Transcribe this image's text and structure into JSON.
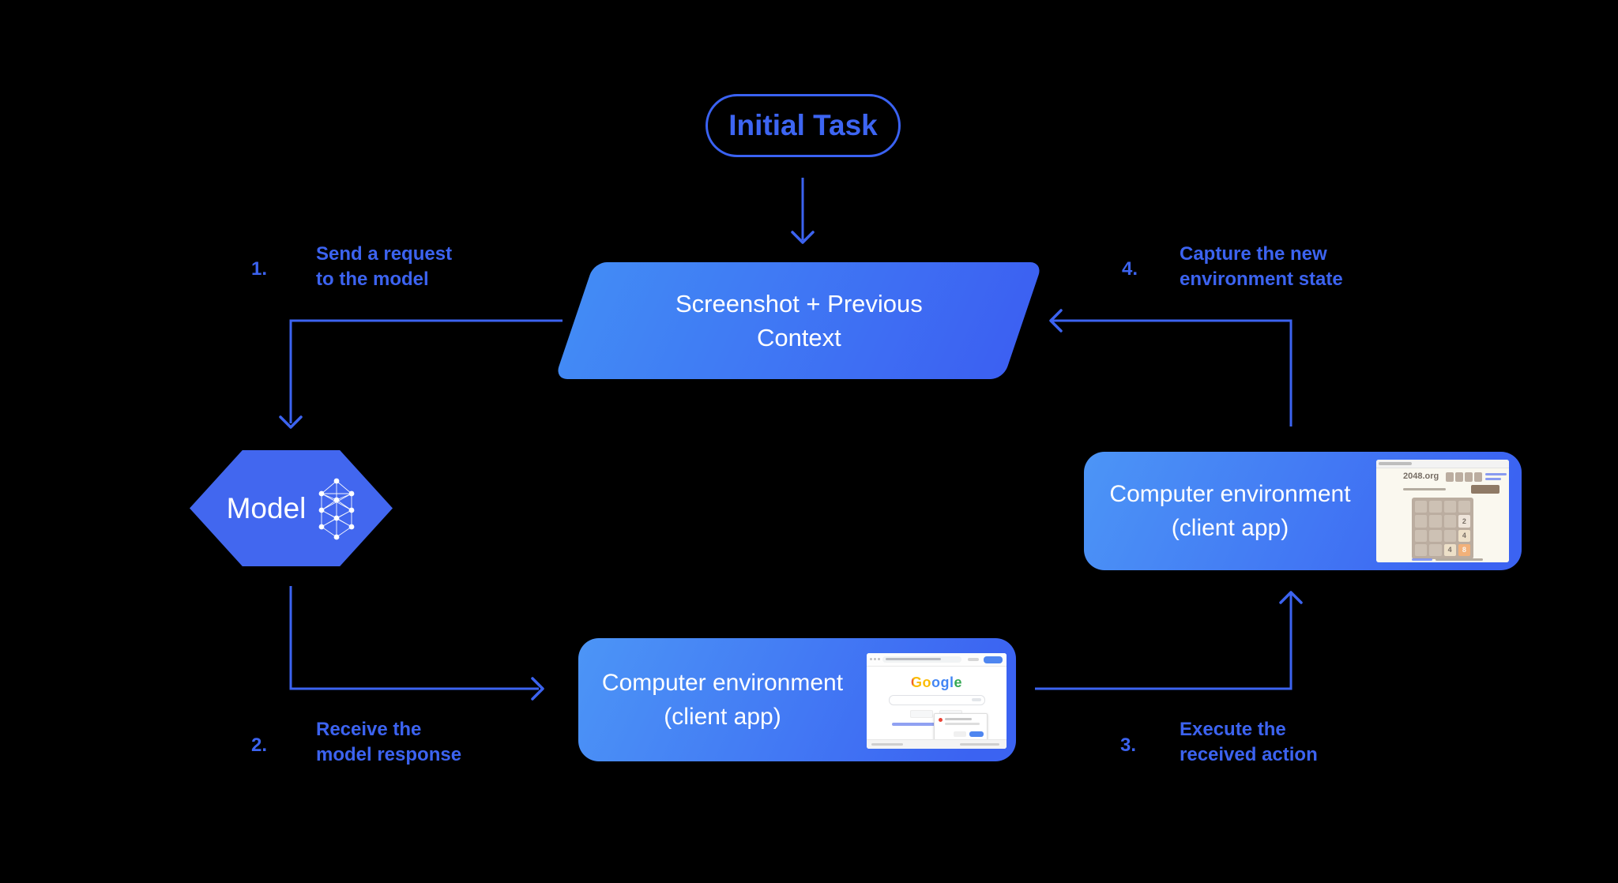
{
  "diagram": {
    "initial_task_label": "Initial Task",
    "screenshot_node_label": "Screenshot + Previous\nContext",
    "model_node_label": "Model",
    "env_bottom_label": "Computer environment\n(client app)",
    "env_right_label": "Computer environment\n(client app)",
    "steps": [
      {
        "num": "1.",
        "text": "Send a request\nto the model"
      },
      {
        "num": "2.",
        "text": "Receive the\nmodel response"
      },
      {
        "num": "3.",
        "text": "Execute the\nreceived action"
      },
      {
        "num": "4.",
        "text": "Capture the new\nenvironment state"
      }
    ]
  },
  "thumbnails": {
    "game_2048": {
      "site": "2048.org",
      "tiles": [
        "2",
        "4",
        "4",
        "8"
      ]
    },
    "google": {
      "logo": "Google"
    }
  },
  "colors": {
    "background": "#000000",
    "accent_blue": "#3C63F0",
    "hexagon_fill": "#4267EF",
    "parallelogram_gradient": [
      "#428BF5",
      "#3C60F2"
    ],
    "env_box_gradient": [
      "#4C95F6",
      "#3B63F2"
    ],
    "tile_orange": "#F2B179",
    "google_blue": "#4285F4",
    "google_red": "#EA4335",
    "google_yellow": "#FBBC05",
    "google_green": "#34A853"
  }
}
